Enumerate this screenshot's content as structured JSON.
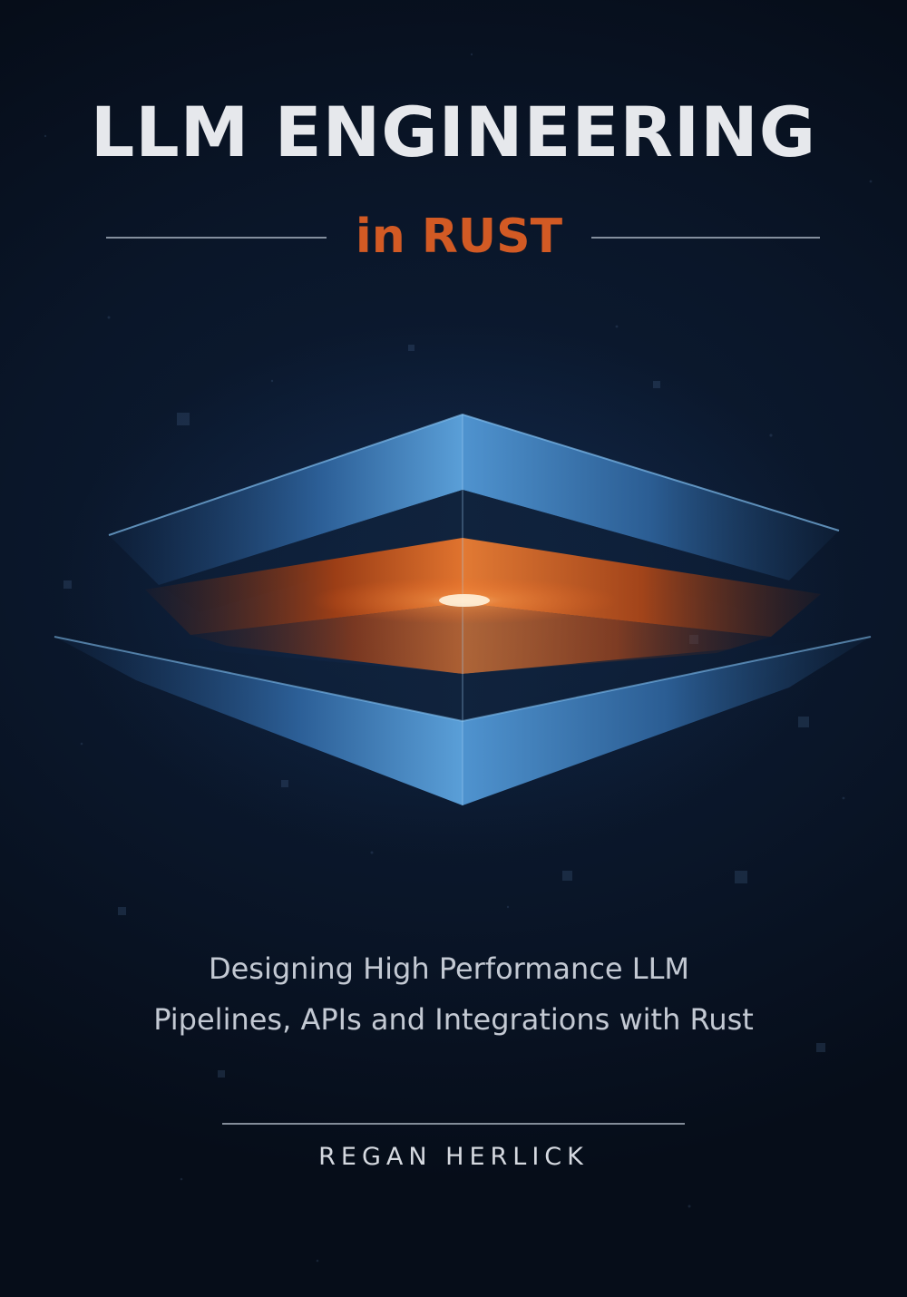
{
  "cover": {
    "title": "LLM ENGINEERING",
    "subtitle": "in RUST",
    "tagline_line1": "Designing High Performance LLM",
    "tagline_line2": "Pipelines, APIs and Integrations with Rust",
    "author": "REGAN HERLICK"
  },
  "colors": {
    "background": "#0a1629",
    "title": "#e6e8ec",
    "accent": "#d25a24",
    "emblem_blue": "#3d86c6",
    "emblem_orange": "#d9672a"
  },
  "icons": {
    "emblem": "layered-chevron-emblem-icon"
  }
}
